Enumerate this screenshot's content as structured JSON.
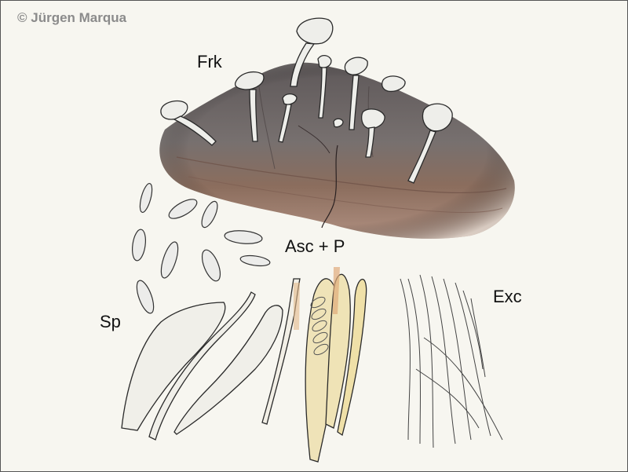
{
  "copyright": "© Jürgen Marqua",
  "labels": {
    "fruitbodies": "Frk",
    "spores": "Sp",
    "asci_paraphyses": "Asc + P",
    "excipulum": "Exc"
  },
  "colors": {
    "background": "#f7f6f0",
    "substrate_dark": "#6e6566",
    "substrate_brown": "#8a6a5c",
    "ascus_fill": "#efe4b8",
    "ink": "#2a2a2a"
  }
}
